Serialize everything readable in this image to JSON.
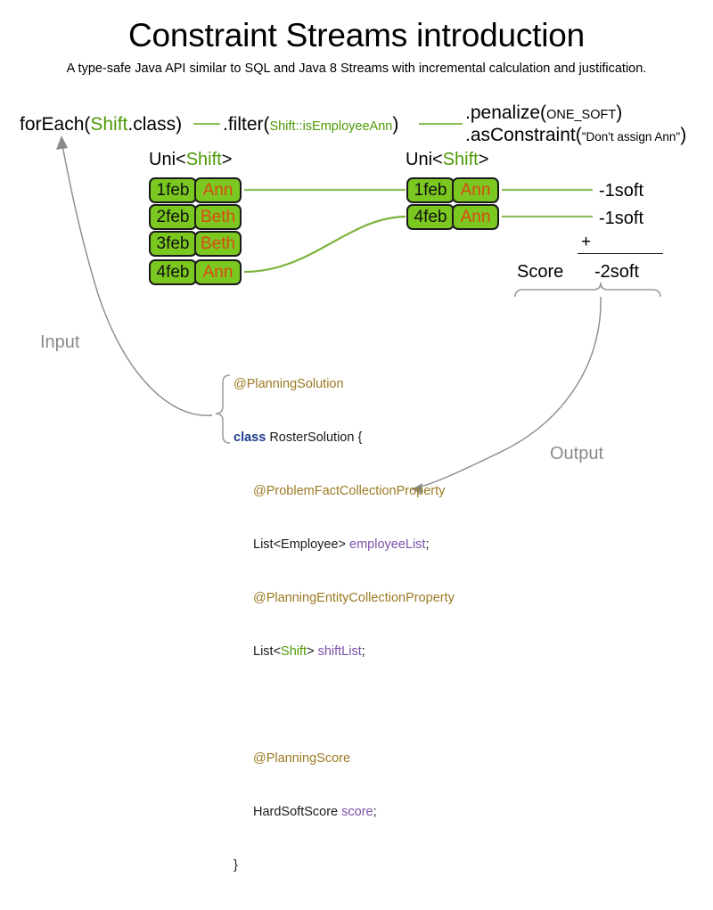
{
  "page": {
    "title": "Constraint Streams introduction",
    "subtitle": "A type-safe Java API similar to SQL and Java 8 Streams with incremental calculation and justification."
  },
  "pipeline": {
    "for_each": {
      "prefix": "forEach(",
      "type": "Shift",
      "suffix": ".class)"
    },
    "filter": {
      "prefix": ".filter(",
      "arg": "Shift::isEmployeeAnn",
      "suffix": ")"
    },
    "penalize": {
      "prefix": ".penalize(",
      "arg": "ONE_SOFT",
      "suffix": ")"
    },
    "as_constraint": {
      "prefix": ".asConstraint(",
      "arg": "\"Don't assign Ann\"",
      "suffix": ")"
    }
  },
  "streams": {
    "left": {
      "label_prefix": "Uni<",
      "label_type": "Shift",
      "label_suffix": ">",
      "rows": [
        {
          "date": "1feb",
          "employee": "Ann"
        },
        {
          "date": "2feb",
          "employee": "Beth"
        },
        {
          "date": "3feb",
          "employee": "Beth"
        },
        {
          "date": "4feb",
          "employee": "Ann"
        }
      ]
    },
    "right": {
      "label_prefix": "Uni<",
      "label_type": "Shift",
      "label_suffix": ">",
      "rows": [
        {
          "date": "1feb",
          "employee": "Ann"
        },
        {
          "date": "4feb",
          "employee": "Ann"
        }
      ]
    }
  },
  "score": {
    "penalties": [
      "-1soft",
      "-1soft"
    ],
    "operator": "+",
    "label": "Score",
    "total": "-2soft"
  },
  "flow": {
    "input_label": "Input",
    "output_label": "Output"
  },
  "code": {
    "lines": [
      {
        "indent": 1,
        "kind": "annotation",
        "text": "@PlanningSolution"
      },
      {
        "indent": 1,
        "kind": "class-decl",
        "keyword": "class",
        "rest": " RosterSolution {"
      },
      {
        "indent": 2,
        "kind": "annotation",
        "text": "@ProblemFactCollectionProperty"
      },
      {
        "indent": 2,
        "kind": "field",
        "type": "List<Employee> ",
        "name": "employeeList",
        "tail": ";"
      },
      {
        "indent": 2,
        "kind": "annotation",
        "text": "@PlanningEntityCollectionProperty"
      },
      {
        "indent": 2,
        "kind": "field-generic",
        "pre": "List<",
        "generic": "Shift",
        "post": "> ",
        "name": "shiftList",
        "tail": ";"
      },
      {
        "indent": 1,
        "kind": "blank",
        "text": ""
      },
      {
        "indent": 2,
        "kind": "annotation",
        "text": "@PlanningScore"
      },
      {
        "indent": 2,
        "kind": "field",
        "type": "HardSoftScore ",
        "name": "score",
        "tail": ";"
      },
      {
        "indent": 1,
        "kind": "plain",
        "text": "}"
      }
    ]
  },
  "colors": {
    "tuple_fill": "#7BC821",
    "tuple_border": "#1a1a1a",
    "employee_text": "#D94A12",
    "type_green": "#4E9A06",
    "annotation_gold": "#9C7A22",
    "keyword_blue": "#1F3D8C",
    "field_purple": "#7B4FA8",
    "flow_gray": "#8A8A8A",
    "link_green": "#8CBE5A"
  },
  "icons": {
    "input_arrow": "curved-arrow-up-icon",
    "output_arrow": "curved-arrow-left-icon",
    "brace": "curly-brace-icon",
    "sum_brace": "sum-brace-icon"
  }
}
